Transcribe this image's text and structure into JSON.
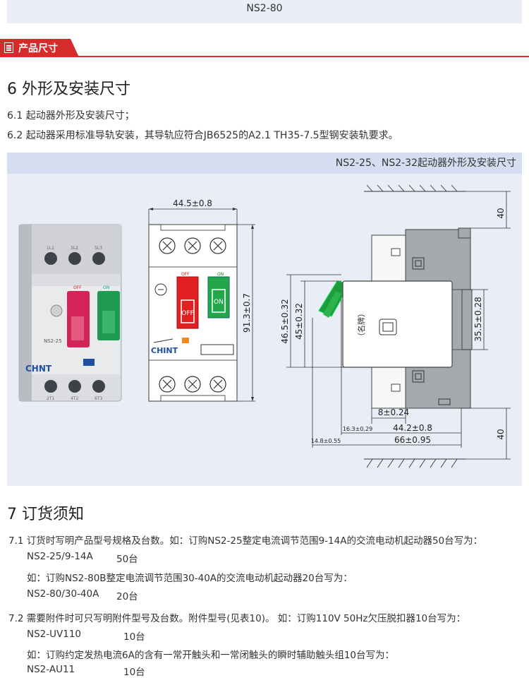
{
  "top_bar": {
    "model": "NS2-80"
  },
  "section_header": {
    "title": "产品尺寸"
  },
  "section6": {
    "heading": "6 外形及安装尺寸",
    "p1": "6.1 起动器外形及安装尺寸；",
    "p2": "6.2 起动器采用标准导轨安装，其导轨应符合JB6525的A2.1 TH35-7.5型钢安装轨要求。"
  },
  "figure": {
    "caption": "NS2-25、NS2-32起动器外形及安装尺寸",
    "photo": {
      "terminal_top": [
        "1L1",
        "3L2",
        "5L3"
      ],
      "terminal_bottom": [
        "2T1",
        "4T2",
        "6T3"
      ],
      "off_label": "OFF",
      "on_label": "ON",
      "model_label": "NS2-25",
      "brand": "CHNT"
    },
    "front": {
      "width_dim": "44.5±0.8",
      "height_dim": "91.3±0.7",
      "off_label": "OFF",
      "on_label": "ON",
      "off_button": "OFF",
      "on_button": "ON",
      "brand": "CHINT"
    },
    "side": {
      "dim_40_top": "40",
      "dim_46_5": "46.5±0.32",
      "dim_45": "45±0.32",
      "nameplate": "（名牌）",
      "dim_35_5": "35.5±0.28",
      "dim_8": "8±0.24",
      "dim_16_3": "16.3±0.29",
      "dim_44_2": "44.2±0.8",
      "dim_14_8": "14.8±0.55",
      "dim_66": "66±0.95",
      "dim_40_bottom": "40"
    }
  },
  "section7": {
    "heading": "7 订货须知",
    "l1": "7.1 订货时写明产品型号规格及台数。如：订购NS2-25整定电流调节范围9-14A的交流电动机起动器50台写为：",
    "l2_model": "NS2-25/9-14A",
    "l2_qty": "50台",
    "l3": "如：订购NS2-80B整定电流调节范围30-40A的交流电动机起动器20台写为：",
    "l4_model": "NS2-80/30-40A",
    "l4_qty": "20台",
    "l5": "7.2 需要附件时可只写明附件型号及台数。附件型号(见表10)。 如：订购110V 50Hz欠压脱扣器10台写为：",
    "l6_model": "NS2-UV110",
    "l6_qty": "10台",
    "l7": "如：订购约定发热电流6A的含有一常开触头和一常闭触头的瞬时辅助触头组10台写为：",
    "l8_model": "NS2-AU11",
    "l8_qty": "10台"
  }
}
